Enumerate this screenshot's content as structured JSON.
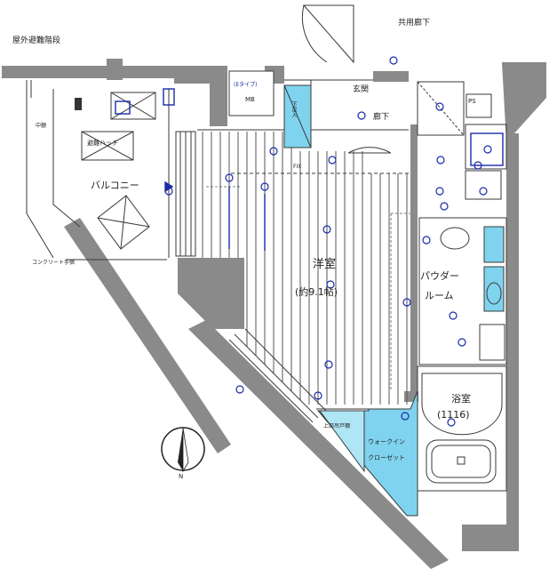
{
  "labels": {
    "outdoor_stairs": "屋外避難階段",
    "common_corridor": "共用廊下",
    "entrance": "玄関",
    "hallway": "廊下",
    "shoe_box": "下足入",
    "ps_top": "PS",
    "mb_type": "(Eタイプ)",
    "mb": "MB",
    "partition": "中額",
    "evac_hatch": "避難ハッチ",
    "balcony": "バルコニー",
    "concrete_railing": "コンクリート手摺",
    "western_room": "洋室",
    "room_size": "(約9.1帖)",
    "powder_room_1": "パウダー",
    "powder_room_2": "ルーム",
    "bath": "浴室",
    "bath_size": "(1116)",
    "closet_1": "ウォークイン",
    "closet_2": "クローゼット",
    "upper_storage": "上部吊戸棚",
    "north_mark": "N",
    "fix": "FIX"
  },
  "colors": {
    "wall": "#8a8a8a",
    "wall_dark": "#6e6e6e",
    "line": "#3a3a3a",
    "accent_blue": "#1a2aa8",
    "storage_fill": "#7fd3ee",
    "floor_line": "#555555"
  },
  "icons": {
    "compass": "north-arrow-icon",
    "outlet": "outlet-icon",
    "light": "ceiling-light-icon"
  }
}
